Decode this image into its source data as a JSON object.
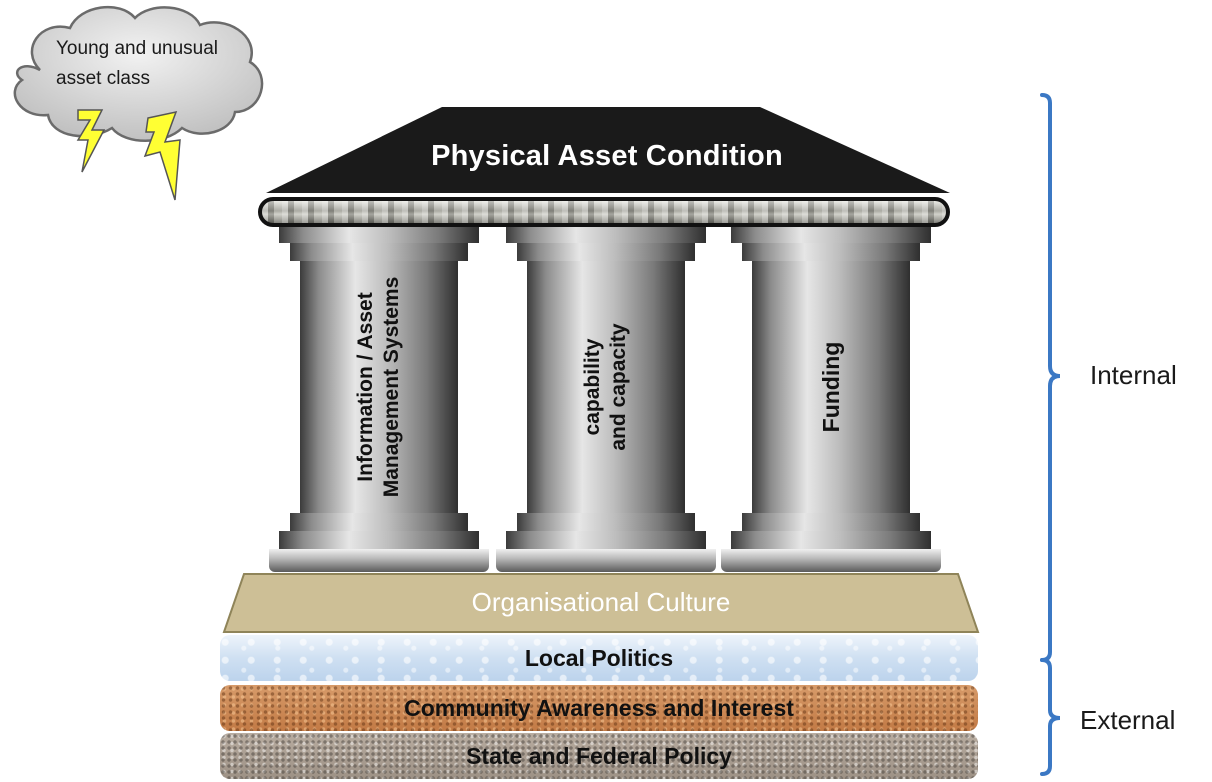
{
  "cloud": {
    "text_line1": "Young and unusual",
    "text_line2": "asset class",
    "lightning_color": "#ffff33"
  },
  "roof": {
    "title": "Physical Asset Condition",
    "color": "#1a1a1a"
  },
  "pillars": [
    {
      "line1": "Information / Asset",
      "line2": "Management Systems"
    },
    {
      "line1": "capability",
      "line2": "and capacity"
    },
    {
      "line1": "Funding",
      "line2": ""
    }
  ],
  "foundation": {
    "culture": "Organisational Culture",
    "culture_color": "#cdbf96",
    "layers": [
      "Local Politics",
      "Community Awareness and Interest",
      "State and Federal Policy"
    ]
  },
  "brackets": {
    "internal": "Internal",
    "external": "External",
    "color": "#3b78c4"
  }
}
